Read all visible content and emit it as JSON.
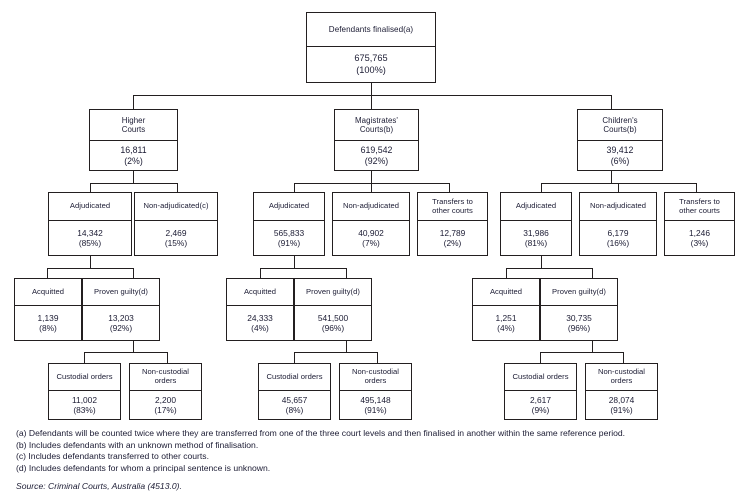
{
  "chart_data": {
    "type": "diagram",
    "title": "Defendants finalised(a)",
    "diagram_kind": "hierarchical-flowchart",
    "levels": 5,
    "notes": [
      "(a) Defendants will be counted twice where they are transferred from one of the three court levels and then finalised in another within the same reference period.",
      "(b) Includes defendants with an unknown method of finalisation.",
      "(c) Includes defendants transferred to other courts.",
      "(d) Includes defendants for whom a principal sentence is unknown."
    ],
    "source": "Source: Criminal Courts, Australia (4513.0).",
    "nodes": [
      {
        "id": "root",
        "label": "Defendants finalised(a)",
        "value": "675,765",
        "percent": "(100%)"
      },
      {
        "id": "higher",
        "label": "Higher\nCourts",
        "value": "16,811",
        "percent": "(2%)"
      },
      {
        "id": "magistrates",
        "label": "Magistrates'\nCourts(b)",
        "value": "619,542",
        "percent": "(92%)"
      },
      {
        "id": "childrens",
        "label": "Children's\nCourts(b)",
        "value": "39,412",
        "percent": "(6%)"
      },
      {
        "id": "h-adj",
        "label": "Adjudicated",
        "value": "14,342",
        "percent": "(85%)"
      },
      {
        "id": "h-nonadj",
        "label": "Non-adjudicated(c)",
        "value": "2,469",
        "percent": "(15%)"
      },
      {
        "id": "m-adj",
        "label": "Adjudicated",
        "value": "565,833",
        "percent": "(91%)"
      },
      {
        "id": "m-nonadj",
        "label": "Non-adjudicated",
        "value": "40,902",
        "percent": "(7%)"
      },
      {
        "id": "m-trans",
        "label": "Transfers to\nother courts",
        "value": "12,789",
        "percent": "(2%)"
      },
      {
        "id": "c-adj",
        "label": "Adjudicated",
        "value": "31,986",
        "percent": "(81%)"
      },
      {
        "id": "c-nonadj",
        "label": "Non-adjudicated",
        "value": "6,179",
        "percent": "(16%)"
      },
      {
        "id": "c-trans",
        "label": "Transfers to\nother courts",
        "value": "1,246",
        "percent": "(3%)"
      },
      {
        "id": "h-acq",
        "label": "Acquitted",
        "value": "1,139",
        "percent": "(8%)"
      },
      {
        "id": "h-guilty",
        "label": "Proven guilty(d)",
        "value": "13,203",
        "percent": "(92%)"
      },
      {
        "id": "m-acq",
        "label": "Acquitted",
        "value": "24,333",
        "percent": "(4%)"
      },
      {
        "id": "m-guilty",
        "label": "Proven guilty(d)",
        "value": "541,500",
        "percent": "(96%)"
      },
      {
        "id": "c-acq",
        "label": "Acquitted",
        "value": "1,251",
        "percent": "(4%)"
      },
      {
        "id": "c-guilty",
        "label": "Proven guilty(d)",
        "value": "30,735",
        "percent": "(96%)"
      },
      {
        "id": "h-cust",
        "label": "Custodial orders",
        "value": "11,002",
        "percent": "(83%)"
      },
      {
        "id": "h-noncust",
        "label": "Non-custodial\norders",
        "value": "2,200",
        "percent": "(17%)"
      },
      {
        "id": "m-cust",
        "label": "Custodial orders",
        "value": "45,657",
        "percent": "(8%)"
      },
      {
        "id": "m-noncust",
        "label": "Non-custodial\norders",
        "value": "495,148",
        "percent": "(91%)"
      },
      {
        "id": "c-cust",
        "label": "Custodial orders",
        "value": "2,617",
        "percent": "(9%)"
      },
      {
        "id": "c-noncust",
        "label": "Non-custodial\norders",
        "value": "28,074",
        "percent": "(91%)"
      }
    ]
  },
  "root": {
    "label": "Defendants finalised(a)",
    "value": "675,765",
    "percent": "(100%)"
  },
  "courts": {
    "higher": {
      "label": "Higher\nCourts",
      "value": "16,811",
      "percent": "(2%)"
    },
    "magistrates": {
      "label": "Magistrates'\nCourts(b)",
      "value": "619,542",
      "percent": "(92%)"
    },
    "childrens": {
      "label": "Children's\nCourts(b)",
      "value": "39,412",
      "percent": "(6%)"
    }
  },
  "higher_branch": {
    "adjudicated": {
      "label": "Adjudicated",
      "value": "14,342",
      "percent": "(85%)"
    },
    "non_adjudicated": {
      "label": "Non-adjudicated(c)",
      "value": "2,469",
      "percent": "(15%)"
    },
    "acquitted": {
      "label": "Acquitted",
      "value": "1,139",
      "percent": "(8%)"
    },
    "proven_guilty": {
      "label": "Proven guilty(d)",
      "value": "13,203",
      "percent": "(92%)"
    },
    "custodial": {
      "label": "Custodial orders",
      "value": "11,002",
      "percent": "(83%)"
    },
    "non_custodial": {
      "label": "Non-custodial\norders",
      "value": "2,200",
      "percent": "(17%)"
    }
  },
  "magistrates_branch": {
    "adjudicated": {
      "label": "Adjudicated",
      "value": "565,833",
      "percent": "(91%)"
    },
    "non_adjudicated": {
      "label": "Non-adjudicated",
      "value": "40,902",
      "percent": "(7%)"
    },
    "transfers": {
      "label": "Transfers to\nother courts",
      "value": "12,789",
      "percent": "(2%)"
    },
    "acquitted": {
      "label": "Acquitted",
      "value": "24,333",
      "percent": "(4%)"
    },
    "proven_guilty": {
      "label": "Proven guilty(d)",
      "value": "541,500",
      "percent": "(96%)"
    },
    "custodial": {
      "label": "Custodial orders",
      "value": "45,657",
      "percent": "(8%)"
    },
    "non_custodial": {
      "label": "Non-custodial\norders",
      "value": "495,148",
      "percent": "(91%)"
    }
  },
  "childrens_branch": {
    "adjudicated": {
      "label": "Adjudicated",
      "value": "31,986",
      "percent": "(81%)"
    },
    "non_adjudicated": {
      "label": "Non-adjudicated",
      "value": "6,179",
      "percent": "(16%)"
    },
    "transfers": {
      "label": "Transfers to\nother courts",
      "value": "1,246",
      "percent": "(3%)"
    },
    "acquitted": {
      "label": "Acquitted",
      "value": "1,251",
      "percent": "(4%)"
    },
    "proven_guilty": {
      "label": "Proven guilty(d)",
      "value": "30,735",
      "percent": "(96%)"
    },
    "custodial": {
      "label": "Custodial orders",
      "value": "2,617",
      "percent": "(9%)"
    },
    "non_custodial": {
      "label": "Non-custodial\norders",
      "value": "28,074",
      "percent": "(91%)"
    }
  },
  "footnotes": {
    "a": "(a) Defendants will be counted twice where they are transferred from one of the three court levels and then finalised in another within the same reference period.",
    "b": "(b) Includes defendants with an unknown method of finalisation.",
    "c": "(c) Includes defendants transferred to other courts.",
    "d": "(d) Includes defendants for whom a principal sentence is unknown."
  },
  "source": "Source: Criminal Courts, Australia (4513.0).",
  "colors": {
    "border": "#231f20",
    "text": "#1b1b33",
    "background": "#ffffff"
  }
}
